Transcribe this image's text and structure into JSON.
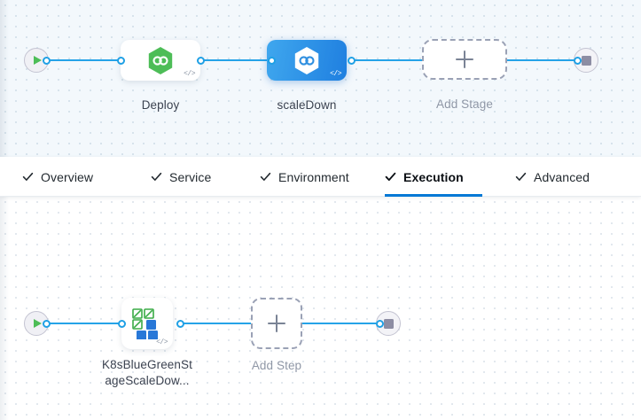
{
  "theme": {
    "accent_blue": "#0278d5",
    "edge_blue": "#25a3e8",
    "selected_gradient_from": "#3fa7ee",
    "selected_gradient_to": "#1f7fe0",
    "harness_green": "#4dbd57",
    "k8s_green": "#3aab46",
    "k8s_blue": "#2878d8",
    "stage_canvas_bg": "#f3f8fc",
    "step_canvas_bg": "#ffffff",
    "label_gray": "#4a5260",
    "muted_gray": "#8f97a6"
  },
  "stage_canvas": {
    "start_node": {
      "name": "Pipeline Start",
      "icon": "play-icon"
    },
    "end_node": {
      "name": "Pipeline End",
      "icon": "stop-icon"
    },
    "nodes": [
      {
        "label": "Deploy",
        "icon": "harness-hexagon-icon",
        "code_badge": "</>",
        "selected": false
      },
      {
        "label": "scaleDown",
        "icon": "harness-hexagon-icon",
        "code_badge": "</>",
        "selected": true
      }
    ],
    "add_stage": {
      "label": "Add Stage",
      "icon": "plus-icon"
    }
  },
  "tabs": {
    "items": [
      {
        "label": "Overview",
        "icon": "check-icon",
        "active": false
      },
      {
        "label": "Service",
        "icon": "check-icon",
        "active": false
      },
      {
        "label": "Environment",
        "icon": "check-icon",
        "active": false
      },
      {
        "label": "Execution",
        "icon": "check-icon",
        "active": true
      },
      {
        "label": "Advanced",
        "icon": "check-icon",
        "active": false
      }
    ]
  },
  "step_canvas": {
    "start_node": {
      "name": "Execution Start",
      "icon": "play-icon"
    },
    "end_node": {
      "name": "Execution End",
      "icon": "stop-icon"
    },
    "steps": [
      {
        "label_line1": "K8sBlueGreenSt",
        "label_line2": "ageScaleDow...",
        "icon": "k8s-scale-icon",
        "code_badge": "</>"
      }
    ],
    "add_step": {
      "label": "Add Step",
      "icon": "plus-icon"
    }
  }
}
